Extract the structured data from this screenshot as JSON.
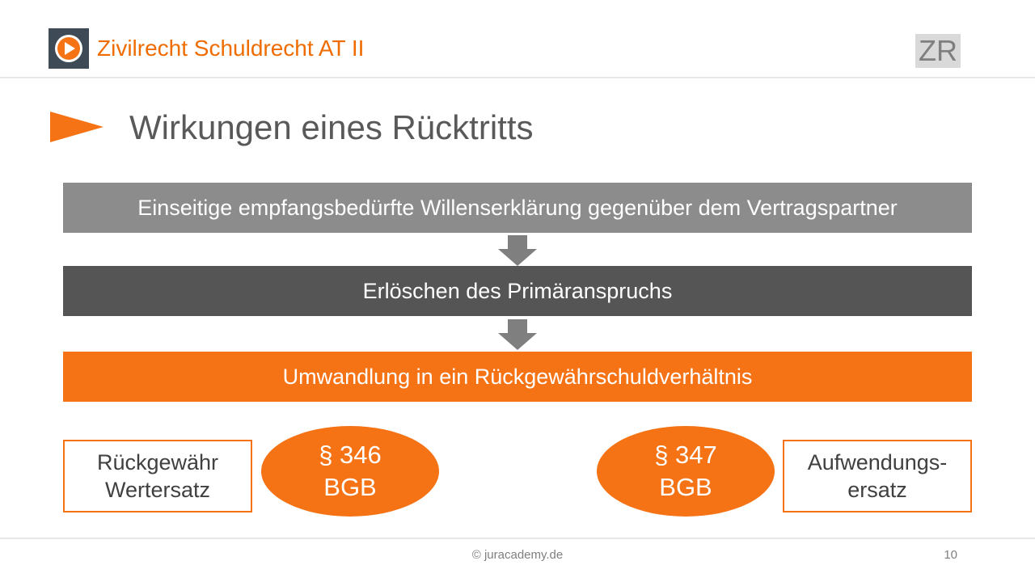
{
  "header": {
    "title": "Zivilrecht Schuldrecht AT II",
    "badge": "ZR",
    "logo_icon": "play-icon",
    "accent_color": "#ef6c00"
  },
  "slide": {
    "title": "Wirkungen eines Rücktritts",
    "marker_icon": "triangle-pointer-icon"
  },
  "flow": {
    "steps": [
      {
        "label": "Einseitige empfangsbedürfte Willenserklärung gegenüber dem Vertragspartner",
        "color": "#8c8c8c"
      },
      {
        "label": "Erlöschen des Primäranspruchs",
        "color": "#555555"
      },
      {
        "label": "Umwandlung in ein Rückgewährschuldverhältnis",
        "color": "#f57215"
      }
    ],
    "connector_icon": "arrow-down-icon"
  },
  "consequences": {
    "left_box": {
      "line1": "Rückgewähr",
      "line2": "Wertersatz"
    },
    "left_norm": {
      "line1": "§ 346",
      "line2": "BGB"
    },
    "right_norm": {
      "line1": "§ 347",
      "line2": "BGB"
    },
    "right_box": {
      "line1": "Aufwendungs-",
      "line2": "ersatz"
    }
  },
  "footer": {
    "copyright": "© juracademy.de",
    "page_number": "10"
  }
}
